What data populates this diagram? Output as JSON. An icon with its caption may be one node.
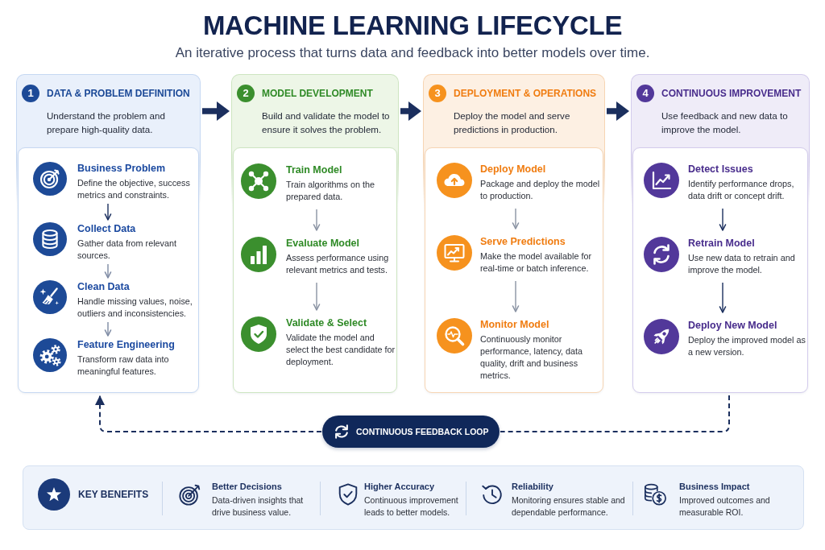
{
  "diagram": {
    "title": "MACHINE LEARNING LIFECYCLE",
    "nodes": [
      {
        "text": [
          "1",
          "DATA & PROBLEM DEFINITION",
          "Understand the problem and prepare high-quality data."
        ]
      },
      {
        "text": [
          "Business Problem",
          "Define the objective, success metrics and constraints."
        ],
        "in": 0
      },
      {
        "text": [
          "Collect Data",
          "Gather data from relevant sources."
        ],
        "in": 0
      },
      {
        "text": [
          "Clean Data",
          "Handle missing values, noise, outliers and inconsistencies."
        ],
        "in": 0
      },
      {
        "text": [
          "Feature Engineering",
          "Transform raw data into meaningful features."
        ],
        "in": 0
      },
      {
        "text": [
          "2",
          "MODEL DEVELOPMENT",
          "Build and validate the model to ensure it solves the problem."
        ]
      },
      {
        "text": [
          "Train Model",
          "Train algorithms on the prepared data."
        ],
        "in": 5
      },
      {
        "text": [
          "Evaluate Model",
          "Assess performance using relevant metrics and tests."
        ],
        "in": 5
      },
      {
        "text": [
          "Validate & Select",
          "Validate the model and select the best candidate for deployment."
        ],
        "in": 5
      },
      {
        "text": [
          "3",
          "DEPLOYMENT & OPERATIONS",
          "Deploy the model and serve predictions in production."
        ]
      },
      {
        "text": [
          "Deploy Model",
          "Package and deploy the model to production."
        ],
        "in": 9
      },
      {
        "text": [
          "Serve Predictions",
          "Make the model available for real-time or batch inference."
        ],
        "in": 9
      },
      {
        "text": [
          "Monitor Model",
          "Continuously monitor performance, latency, data quality, drift and business metrics."
        ],
        "in": 9
      },
      {
        "text": [
          "4",
          "CONTINUOUS IMPROVEMENT",
          "Use feedback and new data to improve the model."
        ]
      },
      {
        "text": [
          "Detect Issues",
          "Identify performance drops, data drift or concept drift."
        ],
        "in": 13
      },
      {
        "text": [
          "Retrain Model",
          "Use new data to retrain and improve the model."
        ],
        "in": 13
      },
      {
        "text": [
          "Deploy New Model",
          "Deploy the improved model as a new version."
        ],
        "in": 13
      },
      {
        "text": [
          "CONTINUOUS FEEDBACK LOOP"
        ]
      },
      {
        "text": [
          "KEY BENEFITS",
          "Better Decisions",
          "Data-driven insights that drive business value.",
          "Higher Accuracy",
          "Continuous improvement leads to better models.",
          "Reliability",
          "Monitoring ensures stable and dependable performance.",
          "Business Impact",
          "Improved outcomes and measurable ROI."
        ]
      }
    ],
    "edges": [
      {
        "from": 1,
        "to": 2,
        "arrow": "to"
      },
      {
        "from": 2,
        "to": 3,
        "arrow": "to",
        "color": "#7d8aa3"
      },
      {
        "from": 3,
        "to": 4,
        "arrow": "to",
        "color": "#7d8aa3"
      },
      {
        "from": 6,
        "to": 7,
        "arrow": "to",
        "color": "#8a93a3"
      },
      {
        "from": 7,
        "to": 8,
        "arrow": "to",
        "color": "#8a93a3"
      },
      {
        "from": 10,
        "to": 11,
        "arrow": "to",
        "color": "#8a93a3"
      },
      {
        "from": 11,
        "to": 12,
        "arrow": "to",
        "color": "#8a93a3"
      },
      {
        "from": 14,
        "to": 15,
        "arrow": "to"
      },
      {
        "from": 15,
        "to": 16,
        "arrow": "to"
      },
      {
        "from": 0,
        "to": 5,
        "arrow": "to",
        "style": "thick"
      },
      {
        "from": 5,
        "to": 9,
        "arrow": "to",
        "style": "thick"
      },
      {
        "from": 9,
        "to": 13,
        "arrow": "to",
        "style": "thick"
      },
      {
        "from": 13,
        "to": 17,
        "arrow": "none",
        "style": "dashed"
      },
      {
        "from": 17,
        "to": 0,
        "arrow": "to",
        "style": "dashed"
      }
    ],
    "labels": [
      "An iterative process that turns data and feedback into better models over time."
    ]
  }
}
